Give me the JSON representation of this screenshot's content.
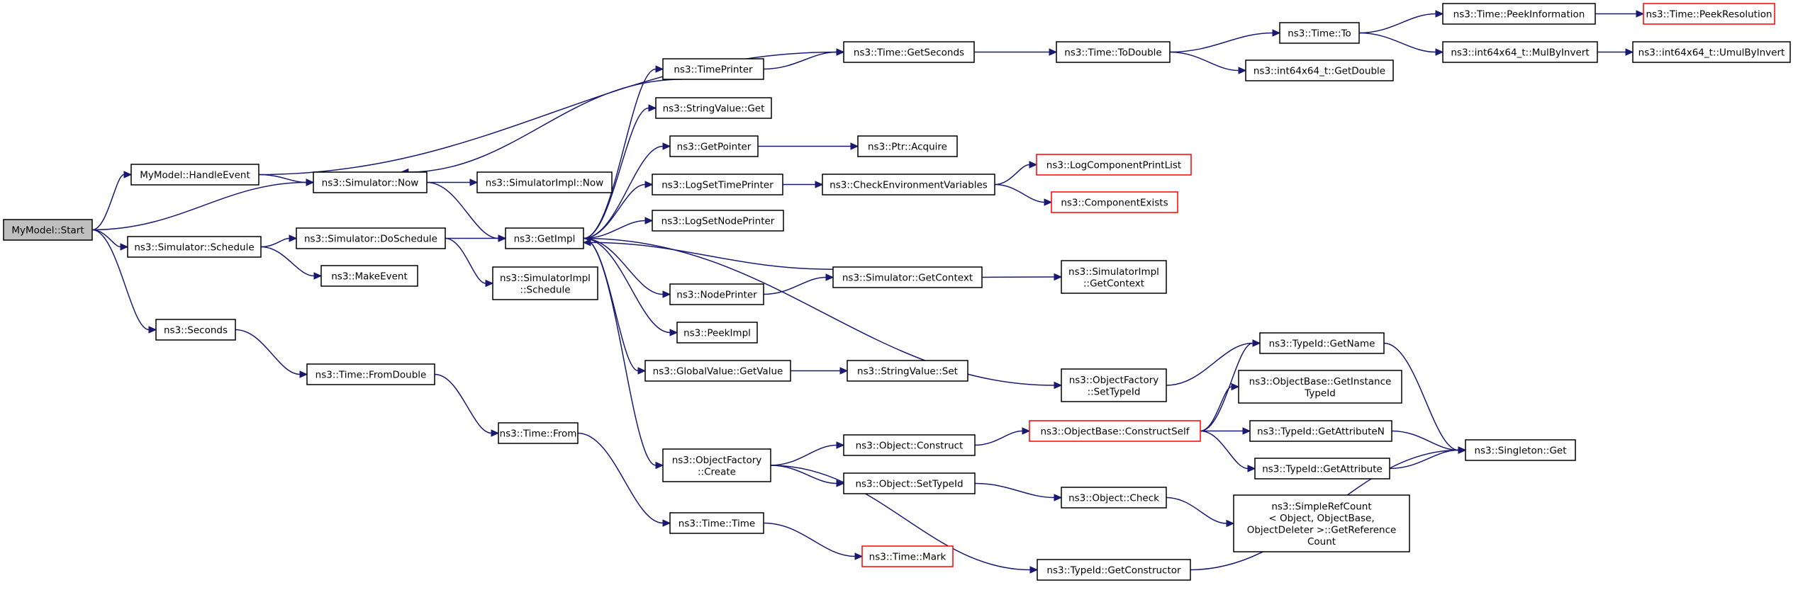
{
  "graph": {
    "colors": {
      "edge": "#191970",
      "node_border": "#000000",
      "truncated_border": "#ff0000",
      "root_fill": "#bfbfbf",
      "node_fill": "#ffffff"
    },
    "nodes": [
      {
        "id": "start",
        "label": [
          "MyModel::Start"
        ],
        "root": true
      },
      {
        "id": "handleevent",
        "label": [
          "MyModel::HandleEvent"
        ]
      },
      {
        "id": "now",
        "label": [
          "ns3::Simulator::Now"
        ]
      },
      {
        "id": "schedule",
        "label": [
          "ns3::Simulator::Schedule"
        ]
      },
      {
        "id": "seconds",
        "label": [
          "ns3::Seconds"
        ]
      },
      {
        "id": "simimplnow",
        "label": [
          "ns3::SimulatorImpl::Now"
        ]
      },
      {
        "id": "doschedule",
        "label": [
          "ns3::Simulator::DoSchedule"
        ]
      },
      {
        "id": "makeevent",
        "label": [
          "ns3::MakeEvent"
        ]
      },
      {
        "id": "fromdouble",
        "label": [
          "ns3::Time::FromDouble"
        ]
      },
      {
        "id": "getimpl",
        "label": [
          "ns3::GetImpl"
        ]
      },
      {
        "id": "simimplschedule",
        "label": [
          "ns3::SimulatorImpl",
          "::Schedule"
        ]
      },
      {
        "id": "timefrom",
        "label": [
          "ns3::Time::From"
        ]
      },
      {
        "id": "timeprinter",
        "label": [
          "ns3::TimePrinter"
        ]
      },
      {
        "id": "stringvalueget",
        "label": [
          "ns3::StringValue::Get"
        ]
      },
      {
        "id": "getpointer",
        "label": [
          "ns3::GetPointer"
        ]
      },
      {
        "id": "logsettimeprinter",
        "label": [
          "ns3::LogSetTimePrinter"
        ]
      },
      {
        "id": "logsetnodeprinter",
        "label": [
          "ns3::LogSetNodePrinter"
        ]
      },
      {
        "id": "nodeprinter",
        "label": [
          "ns3::NodePrinter"
        ]
      },
      {
        "id": "peekimpl",
        "label": [
          "ns3::PeekImpl"
        ]
      },
      {
        "id": "globalvalueget",
        "label": [
          "ns3::GlobalValue::GetValue"
        ]
      },
      {
        "id": "objfactorycreate",
        "label": [
          "ns3::ObjectFactory",
          "::Create"
        ]
      },
      {
        "id": "timetime",
        "label": [
          "ns3::Time::Time"
        ]
      },
      {
        "id": "timemark",
        "label": [
          "ns3::Time::Mark"
        ],
        "truncated": true
      },
      {
        "id": "getseconds",
        "label": [
          "ns3::Time::GetSeconds"
        ]
      },
      {
        "id": "ptracquire",
        "label": [
          "ns3::Ptr::Acquire"
        ]
      },
      {
        "id": "checkenv",
        "label": [
          "ns3::CheckEnvironmentVariables"
        ]
      },
      {
        "id": "simgetcontext",
        "label": [
          "ns3::Simulator::GetContext"
        ]
      },
      {
        "id": "stringvalueset",
        "label": [
          "ns3::StringValue::Set"
        ]
      },
      {
        "id": "objconstruct",
        "label": [
          "ns3::Object::Construct"
        ]
      },
      {
        "id": "objsettypeid",
        "label": [
          "ns3::Object::SetTypeId"
        ]
      },
      {
        "id": "todouble",
        "label": [
          "ns3::Time::ToDouble"
        ]
      },
      {
        "id": "logcompprint",
        "label": [
          "ns3::LogComponentPrintList"
        ],
        "truncated": true
      },
      {
        "id": "compexists",
        "label": [
          "ns3::ComponentExists"
        ],
        "truncated": true
      },
      {
        "id": "simimplgetcontext",
        "label": [
          "ns3::SimulatorImpl",
          "::GetContext"
        ]
      },
      {
        "id": "objfactorysettypeid",
        "label": [
          "ns3::ObjectFactory",
          "::SetTypeId"
        ]
      },
      {
        "id": "constructself",
        "label": [
          "ns3::ObjectBase::ConstructSelf"
        ],
        "truncated": true
      },
      {
        "id": "objcheck",
        "label": [
          "ns3::Object::Check"
        ]
      },
      {
        "id": "getconstructor",
        "label": [
          "ns3::TypeId::GetConstructor"
        ]
      },
      {
        "id": "timeto",
        "label": [
          "ns3::Time::To"
        ]
      },
      {
        "id": "int64getdouble",
        "label": [
          "ns3::int64x64_t::GetDouble"
        ]
      },
      {
        "id": "typeidgetname",
        "label": [
          "ns3::TypeId::GetName"
        ]
      },
      {
        "id": "getinstancetypeid",
        "label": [
          "ns3::ObjectBase::GetInstance",
          "TypeId"
        ]
      },
      {
        "id": "getattributen",
        "label": [
          "ns3::TypeId::GetAttributeN"
        ]
      },
      {
        "id": "getattribute",
        "label": [
          "ns3::TypeId::GetAttribute"
        ]
      },
      {
        "id": "simplerefcount",
        "label": [
          "ns3::SimpleRefCount",
          "< Object, ObjectBase,",
          "ObjectDeleter >::GetReference",
          "Count"
        ]
      },
      {
        "id": "peekinformation",
        "label": [
          "ns3::Time::PeekInformation"
        ]
      },
      {
        "id": "mulbyinvert",
        "label": [
          "ns3::int64x64_t::MulByInvert"
        ]
      },
      {
        "id": "singletonget",
        "label": [
          "ns3::Singleton::Get"
        ]
      },
      {
        "id": "peekresolution",
        "label": [
          "ns3::Time::PeekResolution"
        ],
        "truncated": true
      },
      {
        "id": "umulbyinvert",
        "label": [
          "ns3::int64x64_t::UmulByInvert"
        ]
      }
    ],
    "edges": [
      [
        "start",
        "handleevent"
      ],
      [
        "start",
        "now"
      ],
      [
        "start",
        "schedule"
      ],
      [
        "start",
        "seconds"
      ],
      [
        "handleevent",
        "getseconds"
      ],
      [
        "handleevent",
        "now"
      ],
      [
        "now",
        "simimplnow"
      ],
      [
        "now",
        "getimpl"
      ],
      [
        "schedule",
        "doschedule"
      ],
      [
        "schedule",
        "makeevent"
      ],
      [
        "doschedule",
        "getimpl"
      ],
      [
        "doschedule",
        "simimplschedule"
      ],
      [
        "seconds",
        "fromdouble"
      ],
      [
        "fromdouble",
        "timefrom"
      ],
      [
        "timefrom",
        "timetime"
      ],
      [
        "timetime",
        "timemark"
      ],
      [
        "getimpl",
        "timeprinter"
      ],
      [
        "getimpl",
        "stringvalueget"
      ],
      [
        "getimpl",
        "getpointer"
      ],
      [
        "getimpl",
        "logsettimeprinter"
      ],
      [
        "getimpl",
        "logsetnodeprinter"
      ],
      [
        "getimpl",
        "nodeprinter"
      ],
      [
        "getimpl",
        "peekimpl"
      ],
      [
        "getimpl",
        "globalvalueget"
      ],
      [
        "getimpl",
        "objfactorycreate"
      ],
      [
        "getimpl",
        "objfactorysettypeid"
      ],
      [
        "timeprinter",
        "now"
      ],
      [
        "timeprinter",
        "getseconds"
      ],
      [
        "getpointer",
        "ptracquire"
      ],
      [
        "logsettimeprinter",
        "checkenv"
      ],
      [
        "checkenv",
        "logcompprint"
      ],
      [
        "checkenv",
        "compexists"
      ],
      [
        "nodeprinter",
        "simgetcontext"
      ],
      [
        "simgetcontext",
        "getimpl"
      ],
      [
        "simgetcontext",
        "simimplgetcontext"
      ],
      [
        "globalvalueget",
        "stringvalueset"
      ],
      [
        "objfactorycreate",
        "objconstruct"
      ],
      [
        "objfactorycreate",
        "objsettypeid"
      ],
      [
        "objfactorycreate",
        "getconstructor"
      ],
      [
        "objconstruct",
        "constructself"
      ],
      [
        "objsettypeid",
        "objcheck"
      ],
      [
        "objcheck",
        "simplerefcount"
      ],
      [
        "getconstructor",
        "singletonget"
      ],
      [
        "getseconds",
        "todouble"
      ],
      [
        "todouble",
        "timeto"
      ],
      [
        "todouble",
        "int64getdouble"
      ],
      [
        "timeto",
        "peekinformation"
      ],
      [
        "timeto",
        "mulbyinvert"
      ],
      [
        "peekinformation",
        "peekresolution"
      ],
      [
        "mulbyinvert",
        "umulbyinvert"
      ],
      [
        "objfactorysettypeid",
        "typeidgetname"
      ],
      [
        "constructself",
        "typeidgetname"
      ],
      [
        "constructself",
        "getinstancetypeid"
      ],
      [
        "constructself",
        "getattributen"
      ],
      [
        "constructself",
        "getattribute"
      ],
      [
        "typeidgetname",
        "singletonget"
      ],
      [
        "getattributen",
        "singletonget"
      ],
      [
        "getattribute",
        "singletonget"
      ]
    ]
  }
}
